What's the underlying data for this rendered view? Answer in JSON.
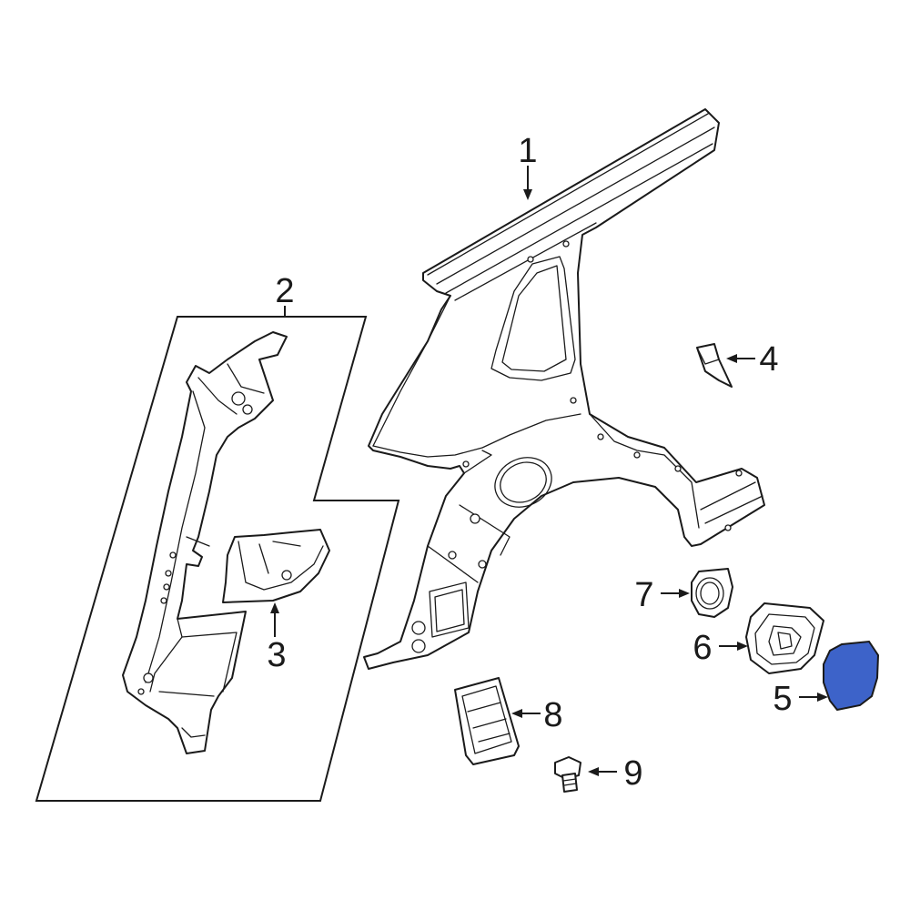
{
  "diagram": {
    "callouts": [
      "1",
      "2",
      "3",
      "4",
      "5",
      "6",
      "7",
      "8",
      "9"
    ],
    "highlight_color": "#3d63c9"
  }
}
